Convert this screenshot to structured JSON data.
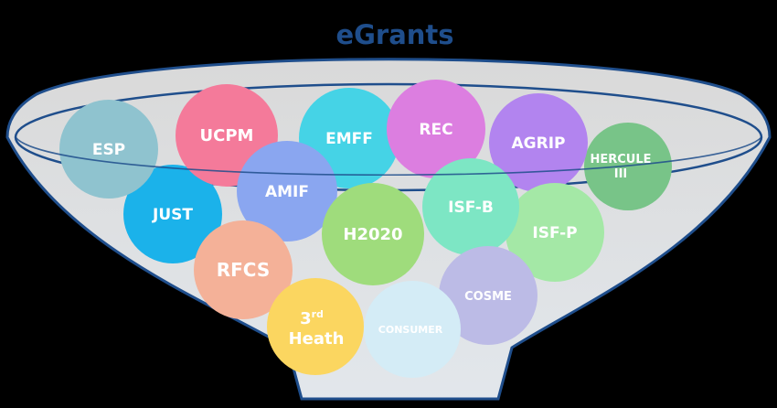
{
  "title": "eGrants",
  "colors": {
    "background": "#000000",
    "title": "#1f4e8c",
    "funnel_outline": "#1f4e8c",
    "funnel_rim": "#ffffff"
  },
  "programmes": [
    {
      "id": "esp",
      "label": "ESP",
      "color": "#8fc3cf"
    },
    {
      "id": "ucpm",
      "label": "UCPM",
      "color": "#f47a9a"
    },
    {
      "id": "emff",
      "label": "EMFF",
      "color": "#45d3e6"
    },
    {
      "id": "rec",
      "label": "REC",
      "color": "#dc7ee0"
    },
    {
      "id": "agrip",
      "label": "AGRIP",
      "color": "#b284ef"
    },
    {
      "id": "hercule",
      "label": "HERCULE III",
      "color": "#78c488"
    },
    {
      "id": "just",
      "label": "JUST",
      "color": "#1bb2ea"
    },
    {
      "id": "amif",
      "label": "AMIF",
      "color": "#8aa6f0"
    },
    {
      "id": "h2020",
      "label": "H2020",
      "color": "#9fdc7c"
    },
    {
      "id": "isfb",
      "label": "ISF-B",
      "color": "#7de6c4"
    },
    {
      "id": "isfp",
      "label": "ISF-P",
      "color": "#a4e8a6"
    },
    {
      "id": "rfcs",
      "label": "RFCS",
      "color": "#f4b198"
    },
    {
      "id": "cosme",
      "label": "COSME",
      "color": "#bcbbe6"
    },
    {
      "id": "health",
      "label": "3rd Heath",
      "label_main": "3",
      "label_sup": "rd",
      "label_line2": "Heath",
      "color": "#fbd660"
    },
    {
      "id": "consumer",
      "label": "CONSUMER",
      "color": "#d4ecf6"
    }
  ]
}
